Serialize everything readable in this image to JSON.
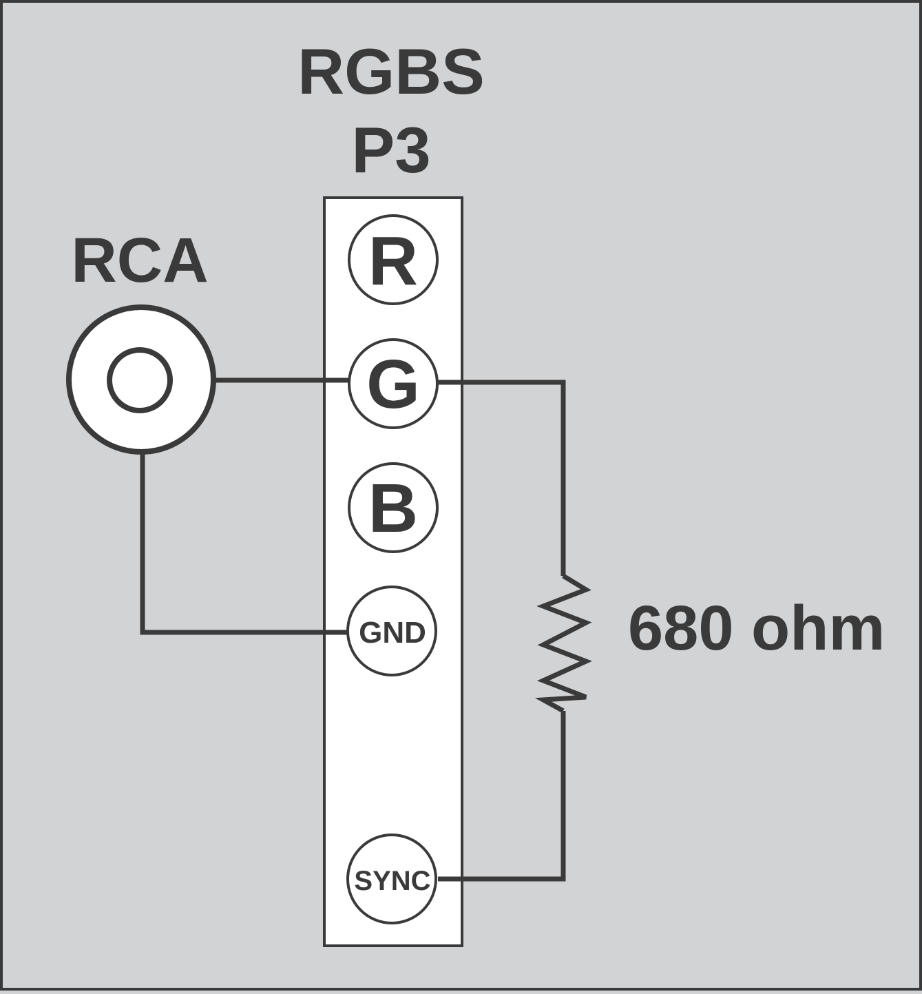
{
  "connector": {
    "title_line1": "RGBS",
    "title_line2": "P3",
    "pins": {
      "r": "R",
      "g": "G",
      "b": "B",
      "gnd": "GND",
      "sync": "SYNC"
    }
  },
  "rca": {
    "label": "RCA"
  },
  "resistor": {
    "label": "680 ohm"
  },
  "colors": {
    "background": "#d1d3d4",
    "ink": "#3a3a3a",
    "strip": "#ffffff"
  }
}
